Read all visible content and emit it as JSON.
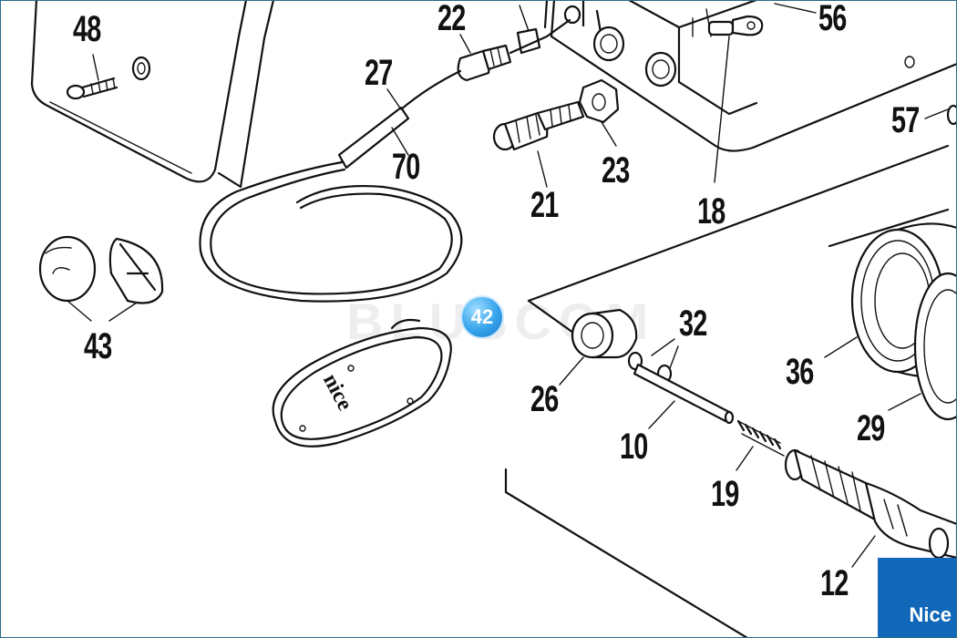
{
  "diagram": {
    "part_labels": {
      "p48": "48",
      "p22": "22",
      "p56": "56",
      "p27": "27",
      "p70": "70",
      "p23": "23",
      "p57": "57",
      "p21": "21",
      "p18": "18",
      "p43": "43",
      "p32": "32",
      "p36": "36",
      "p26": "26",
      "p29": "29",
      "p10": "10",
      "p19": "19",
      "p12": "12"
    },
    "callout": "42",
    "engraving": "nice",
    "brand_logo": "Nice",
    "watermark": "BLUSCOM"
  }
}
